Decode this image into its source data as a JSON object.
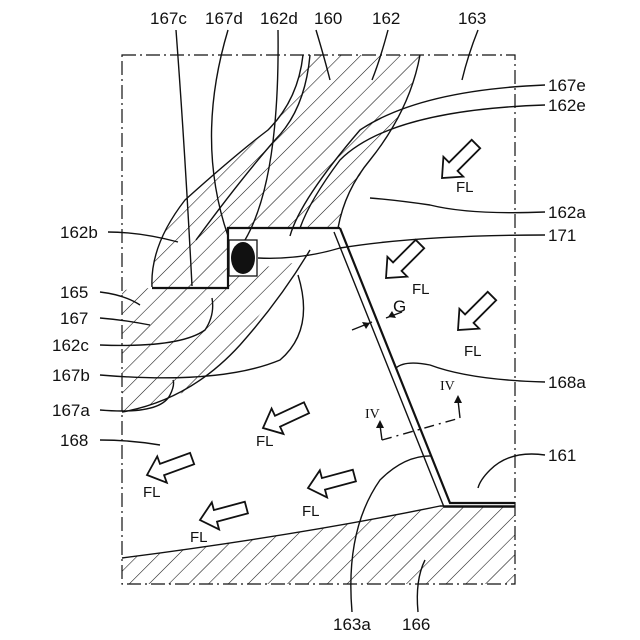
{
  "labels": {
    "l167c": "167c",
    "l167d": "167d",
    "l162d": "162d",
    "l160": "160",
    "l162": "162",
    "l163": "163",
    "l167e": "167e",
    "l162e": "162e",
    "l162a": "162a",
    "l162b": "162b",
    "l171": "171",
    "l165": "165",
    "l167": "167",
    "l162c": "162c",
    "l167b": "167b",
    "l167a": "167a",
    "l168": "168",
    "l168a": "168a",
    "l161": "161",
    "l163a": "163a",
    "l166": "166",
    "gap": "G",
    "section_left": "IV",
    "section_right": "IV"
  },
  "flow_label": "FL",
  "colors": {
    "line": "#111111",
    "background": "#ffffff"
  }
}
